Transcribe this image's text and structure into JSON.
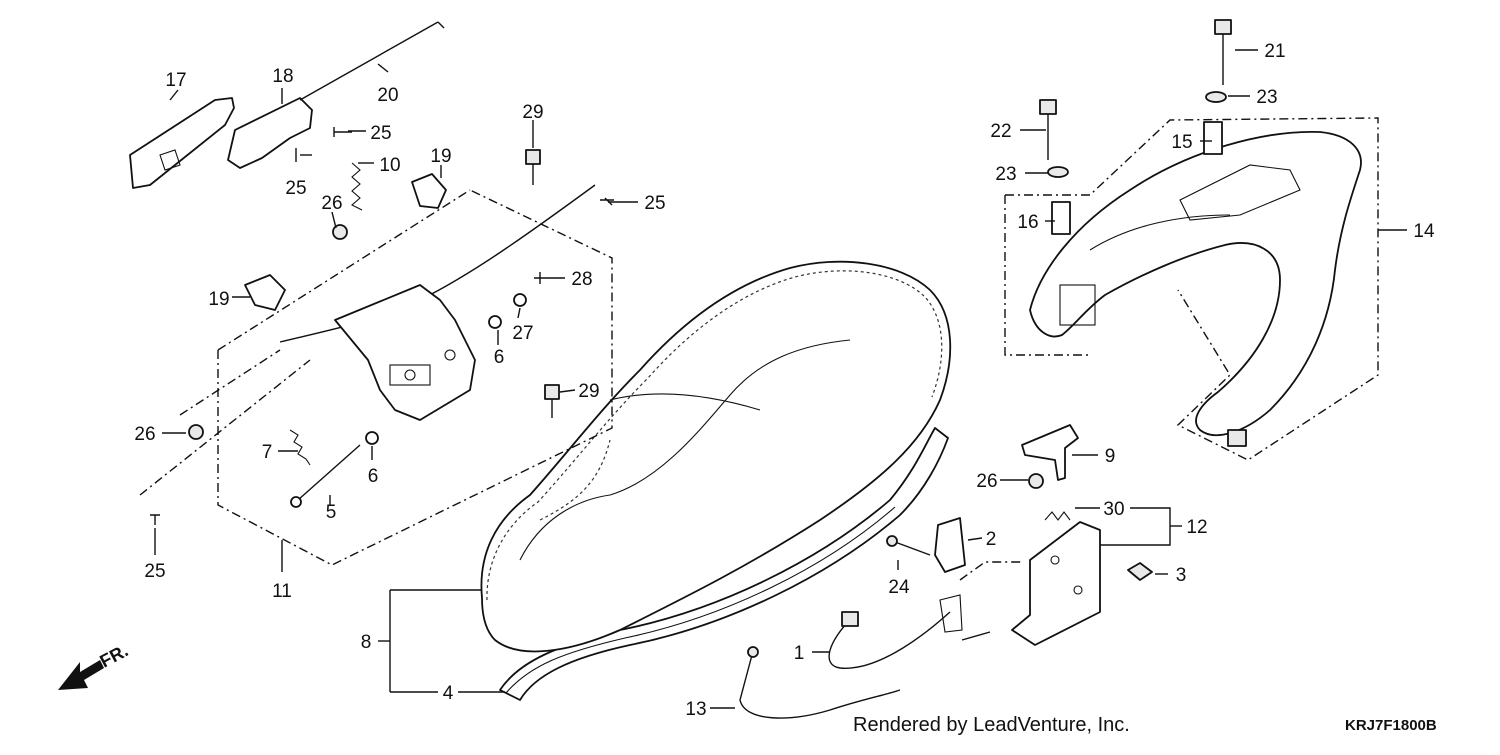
{
  "callouts": [
    "1",
    "2",
    "3",
    "4",
    "5",
    "6",
    "6",
    "7",
    "8",
    "9",
    "10",
    "11",
    "12",
    "13",
    "14",
    "15",
    "16",
    "17",
    "18",
    "19",
    "19",
    "20",
    "21",
    "22",
    "23",
    "23",
    "24",
    "25",
    "25",
    "25",
    "25",
    "26",
    "26",
    "26",
    "27",
    "28",
    "29",
    "29",
    "30"
  ],
  "front_marker": "FR.",
  "footer": {
    "credit": "Rendered by LeadVenture, Inc.",
    "diagram_code": "KRJ7F1800B"
  }
}
